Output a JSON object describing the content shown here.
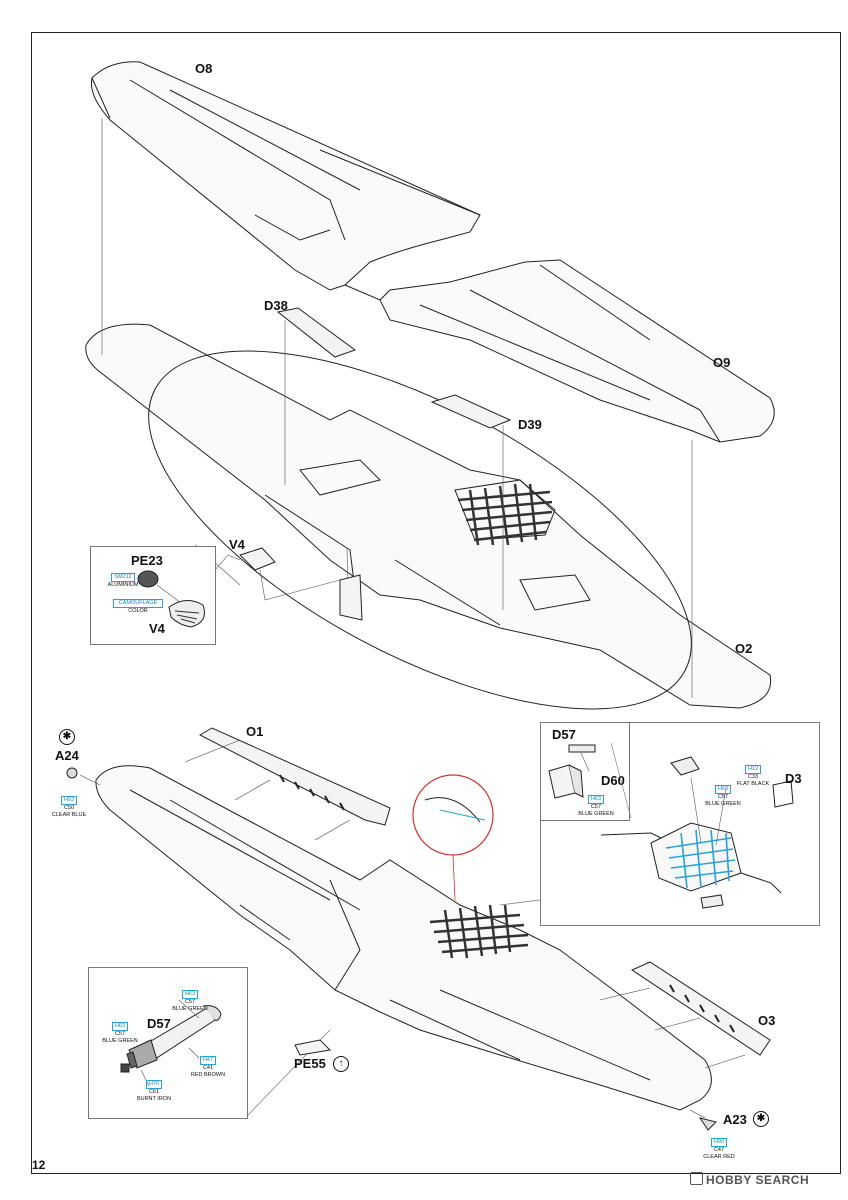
{
  "page": {
    "number": "12",
    "watermark": "HOBBY SEARCH"
  },
  "parts": {
    "o8": "O8",
    "d38": "D38",
    "d39": "D39",
    "o9": "O9",
    "o2": "O2",
    "v4_top": "V4",
    "pe23": "PE23",
    "v4_inset": "V4",
    "o1": "O1",
    "a24": "A24",
    "o3": "O3",
    "a23": "A23",
    "pe55": "PE55",
    "d57_main": "D57",
    "d57_inset": "D57",
    "d60": "D60",
    "d3": "D3"
  },
  "paints": {
    "pe23": {
      "code": "SM212",
      "name": "ALUMINIUM"
    },
    "v4": {
      "name1": "CAMOUFLAGE",
      "name2": "COLOR"
    },
    "a24": {
      "code": "H93",
      "code2": "C50",
      "name": "CLEAR BLUE"
    },
    "a23": {
      "code": "H90",
      "code2": "C47",
      "name": "CLEAR RED"
    },
    "d60": {
      "code": "H63",
      "code2": "C57",
      "name": "BLUE GREEN"
    },
    "d3": {
      "code": "H12",
      "code2": "C33",
      "name": "FLAT BLACK"
    },
    "cockpit": {
      "code": "H63",
      "code2": "C57",
      "name": "BLUE GREEN"
    },
    "d57_top": {
      "code": "H63",
      "code2": "C57",
      "name": "BLUE GREEN"
    },
    "d57_left": {
      "code": "H63",
      "code2": "C57",
      "name": "BLUE GREEN"
    },
    "d57_red": {
      "code": "H47",
      "code2": "C41",
      "name": "RED BROWN"
    },
    "d57_iron": {
      "code": "H76",
      "code2": "C61",
      "name": "BURNT IRON"
    }
  },
  "symbols": {
    "a24": "✱",
    "a23": "✱",
    "pe55": "↑"
  }
}
